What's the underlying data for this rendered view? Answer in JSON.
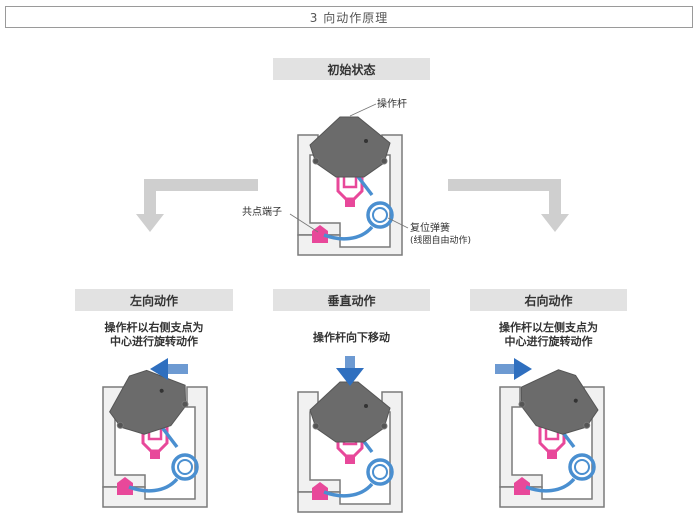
{
  "page_title": "3 向动作原理",
  "top": {
    "label": "初始状态",
    "callouts": {
      "lever": "操作杆",
      "common_terminal": "共点端子",
      "spring_line1": "复位弹簧",
      "spring_line2": "(线圈自由动作)"
    }
  },
  "panels": [
    {
      "label": "左向动作",
      "desc_line1": "操作杆以右侧支点为",
      "desc_line2": "中心进行旋转动作"
    },
    {
      "label": "垂直动作",
      "desc_line1": "操作杆向下移动",
      "desc_line2": ""
    },
    {
      "label": "右向动作",
      "desc_line1": "操作杆以左侧支点为",
      "desc_line2": "中心进行旋转动作"
    }
  ],
  "colors": {
    "lever": "#6b6b6b",
    "spring": "#4a8fd0",
    "terminal": "#e8489a",
    "arrow_blue": "#2f6fbf",
    "arrow_gray": "#cfcfcf"
  }
}
